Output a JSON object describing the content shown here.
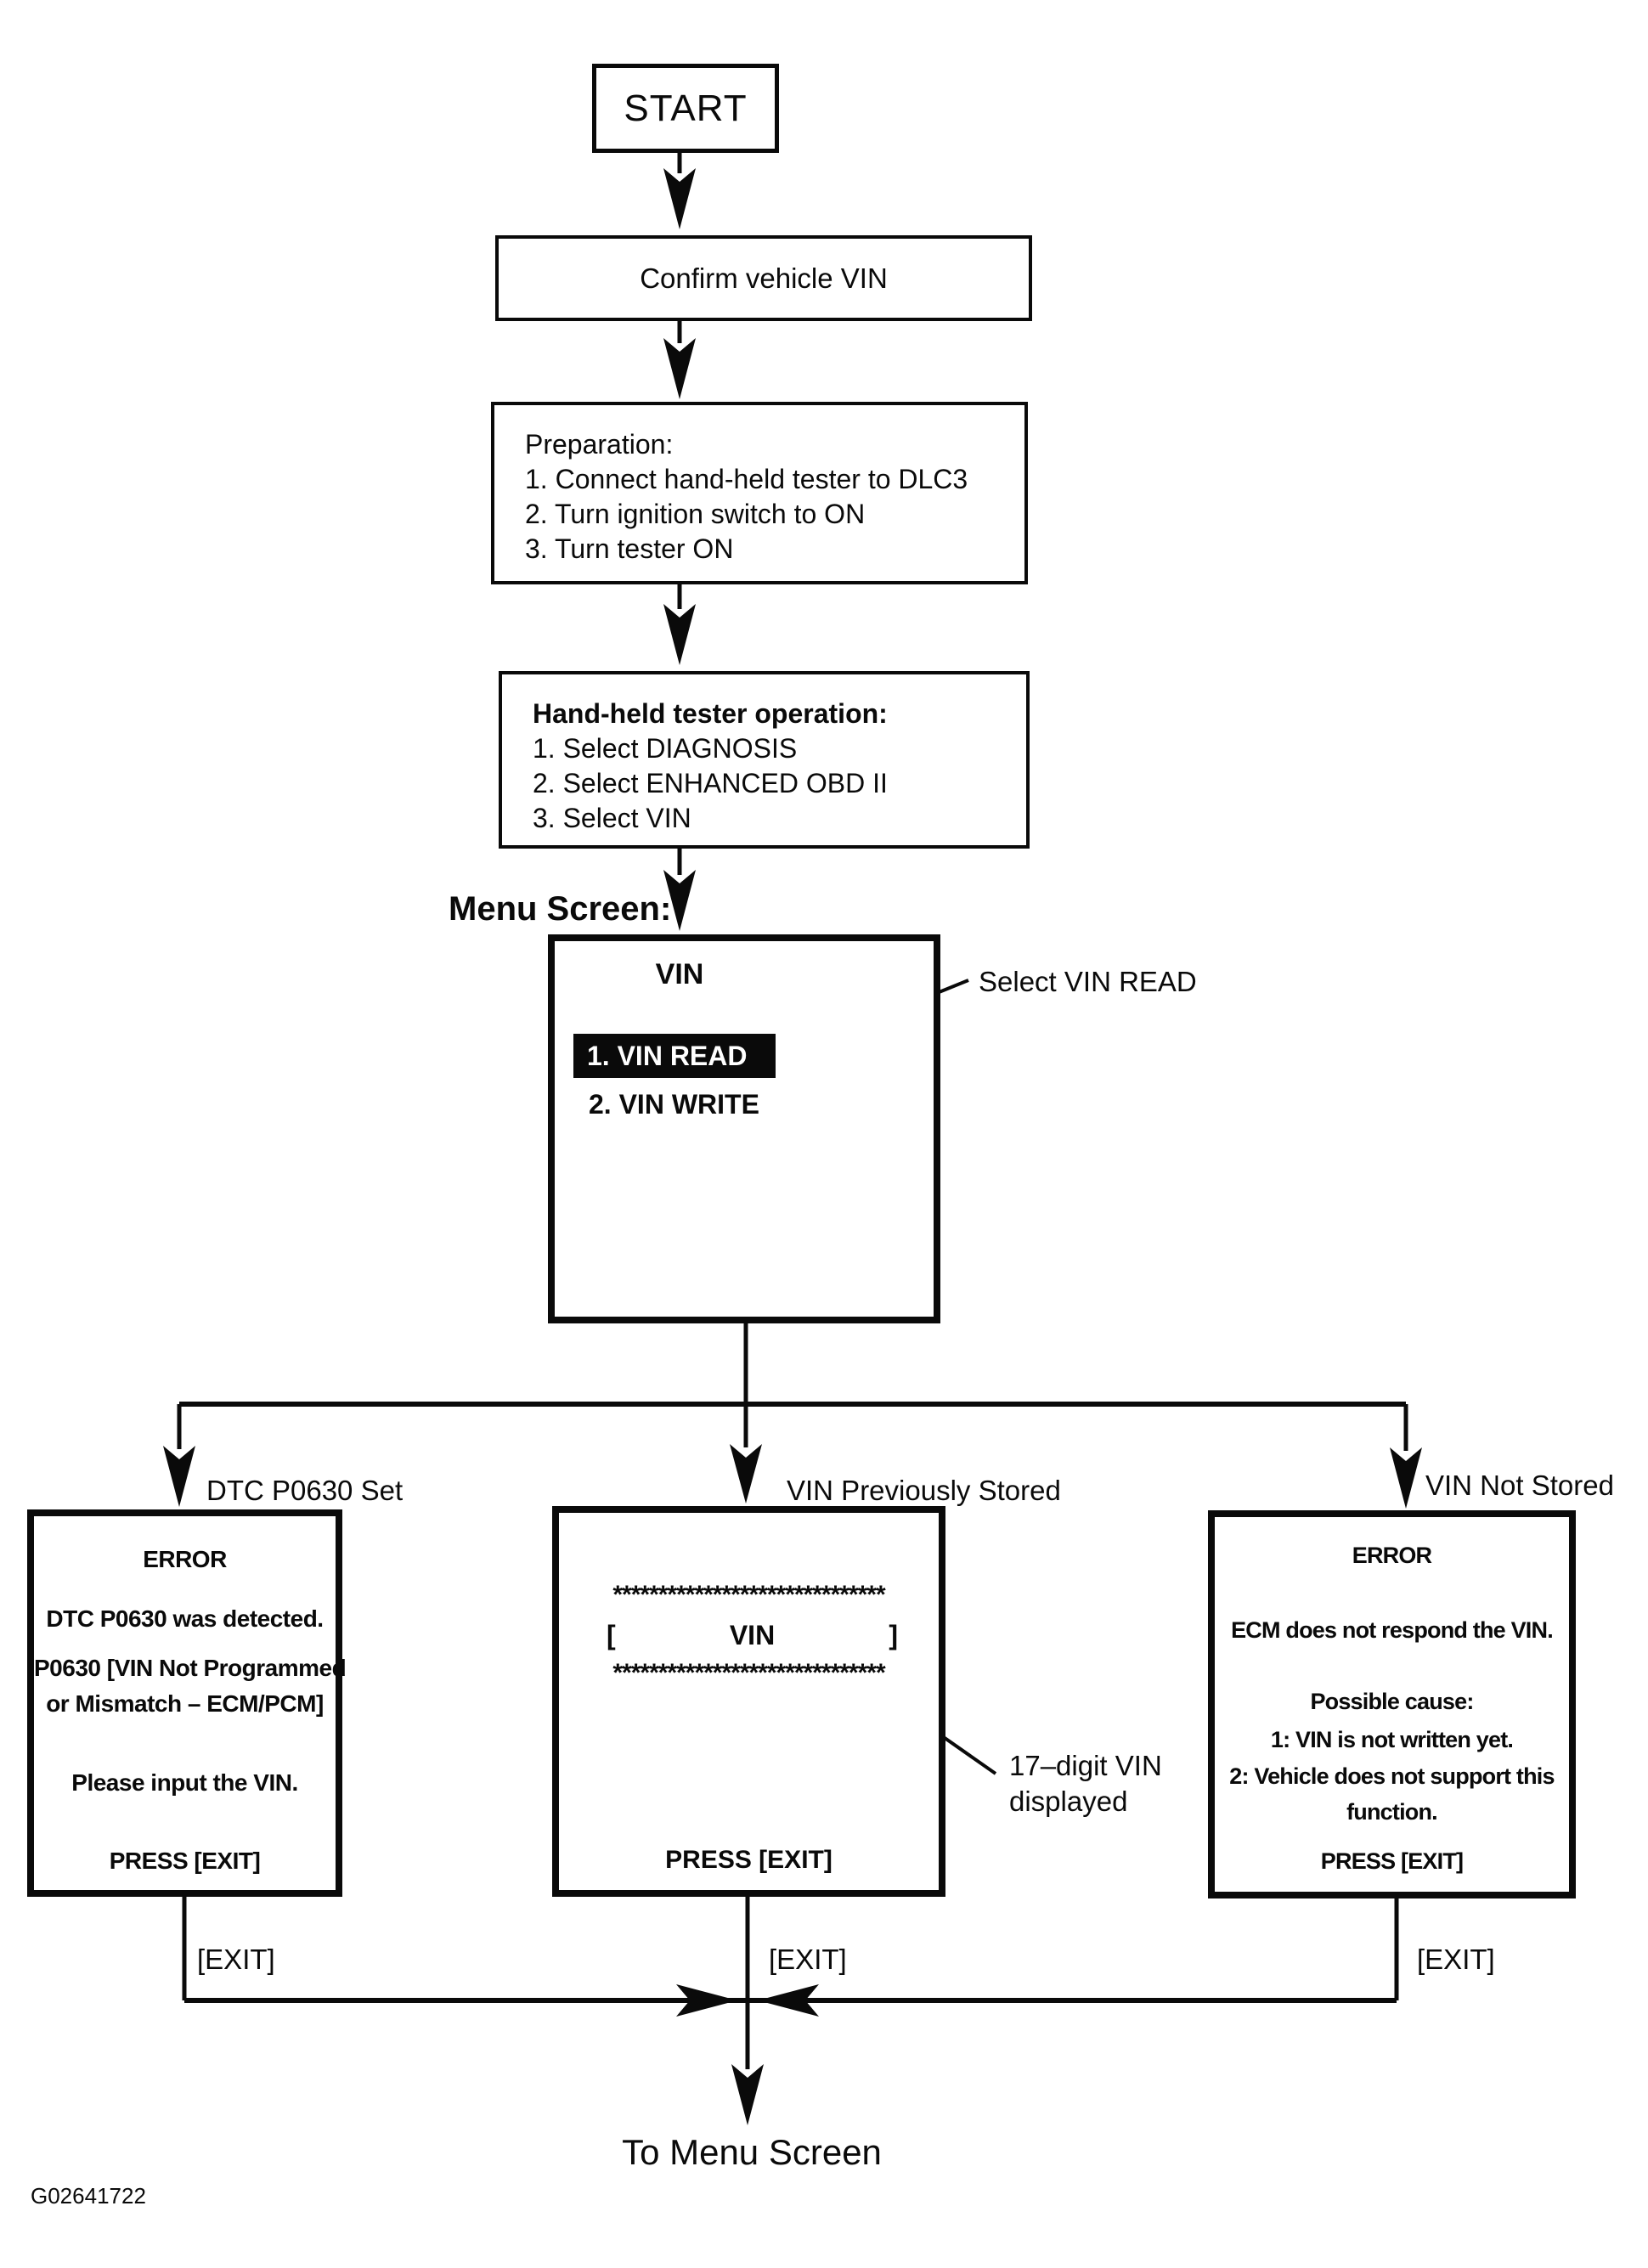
{
  "figure_id": "G02641722",
  "colors": {
    "ink": "#0a0a0a",
    "paper": "#ffffff",
    "highlight_bg": "#000000",
    "highlight_text": "#ffffff"
  },
  "flow": {
    "start": "START",
    "confirm": "Confirm vehicle VIN",
    "preparation": {
      "title": "Preparation:",
      "steps": [
        "1. Connect hand-held tester to DLC3",
        "2. Turn ignition switch to ON",
        "3. Turn tester ON"
      ]
    },
    "tester_op": {
      "title": "Hand-held tester operation:",
      "steps": [
        "1. Select DIAGNOSIS",
        "2. Select ENHANCED OBD II",
        "3. Select VIN"
      ]
    },
    "menu_screen_label": "Menu Screen:",
    "menu": {
      "title": "VIN",
      "item1": "1. VIN READ",
      "item2": "2. VIN WRITE",
      "callout": "Select VIN READ"
    },
    "branch_left": {
      "label": "DTC P0630 Set",
      "title": "ERROR",
      "line1": "DTC P0630 was detected.",
      "line2a": "P0630 [VIN Not Programmed",
      "line2b": "or Mismatch – ECM/PCM]",
      "line3": "Please input the VIN.",
      "press": "PRESS [EXIT]",
      "exit": "[EXIT]"
    },
    "branch_middle": {
      "label": "VIN Previously Stored",
      "stars": "******************************",
      "bracket_open": "[",
      "screen_title": "VIN",
      "bracket_close": "]",
      "callout_line1": "17–digit VIN",
      "callout_line2": "displayed",
      "press": "PRESS [EXIT]",
      "exit": "[EXIT]"
    },
    "branch_right": {
      "label": "VIN Not Stored",
      "title": "ERROR",
      "line1": "ECM does not respond the VIN.",
      "line2": "Possible cause:",
      "line3": "1: VIN is not written yet.",
      "line4a": "2: Vehicle does not support this",
      "line4b": "function.",
      "press": "PRESS [EXIT]",
      "exit": "[EXIT]"
    },
    "to_menu": "To Menu Screen"
  }
}
